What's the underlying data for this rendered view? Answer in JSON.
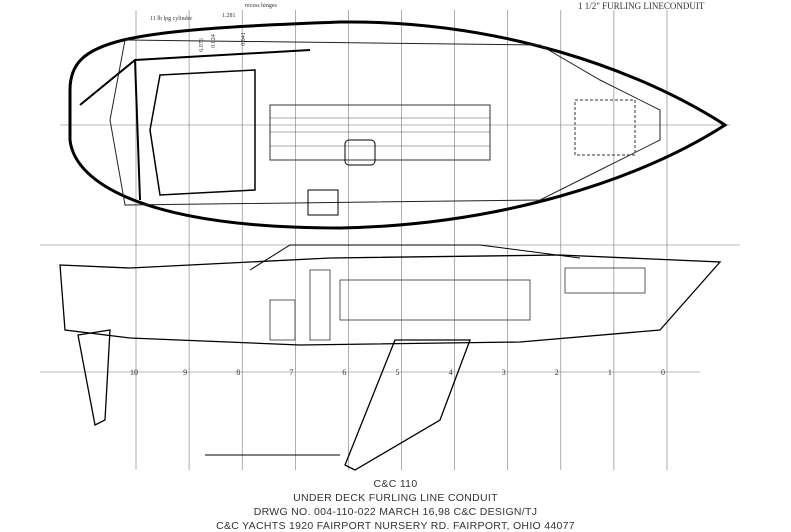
{
  "header": {
    "conduit_note": "1 1/2\" FURLING LINECONDUIT",
    "cylinder_note": "11 lb lpg cylinder",
    "hinge_note": "recess hinges",
    "dimensions": [
      "1.281",
      "0.941",
      "6.076",
      "0.824"
    ]
  },
  "stations": [
    "10",
    "9",
    "8",
    "7",
    "6",
    "5",
    "4",
    "3",
    "2",
    "1",
    "0"
  ],
  "title_block": {
    "model": "C&C 110",
    "drawing_title": "UNDER DECK FURLING LINE CONDUIT",
    "drawing_info": "DRWG NO. 004-110-022     MARCH 16,98     C&C DESIGN/TJ",
    "address": "C&C YACHTS  1920 FAIRPORT NURSERY RD.  FAIRPORT, OHIO 44077"
  }
}
